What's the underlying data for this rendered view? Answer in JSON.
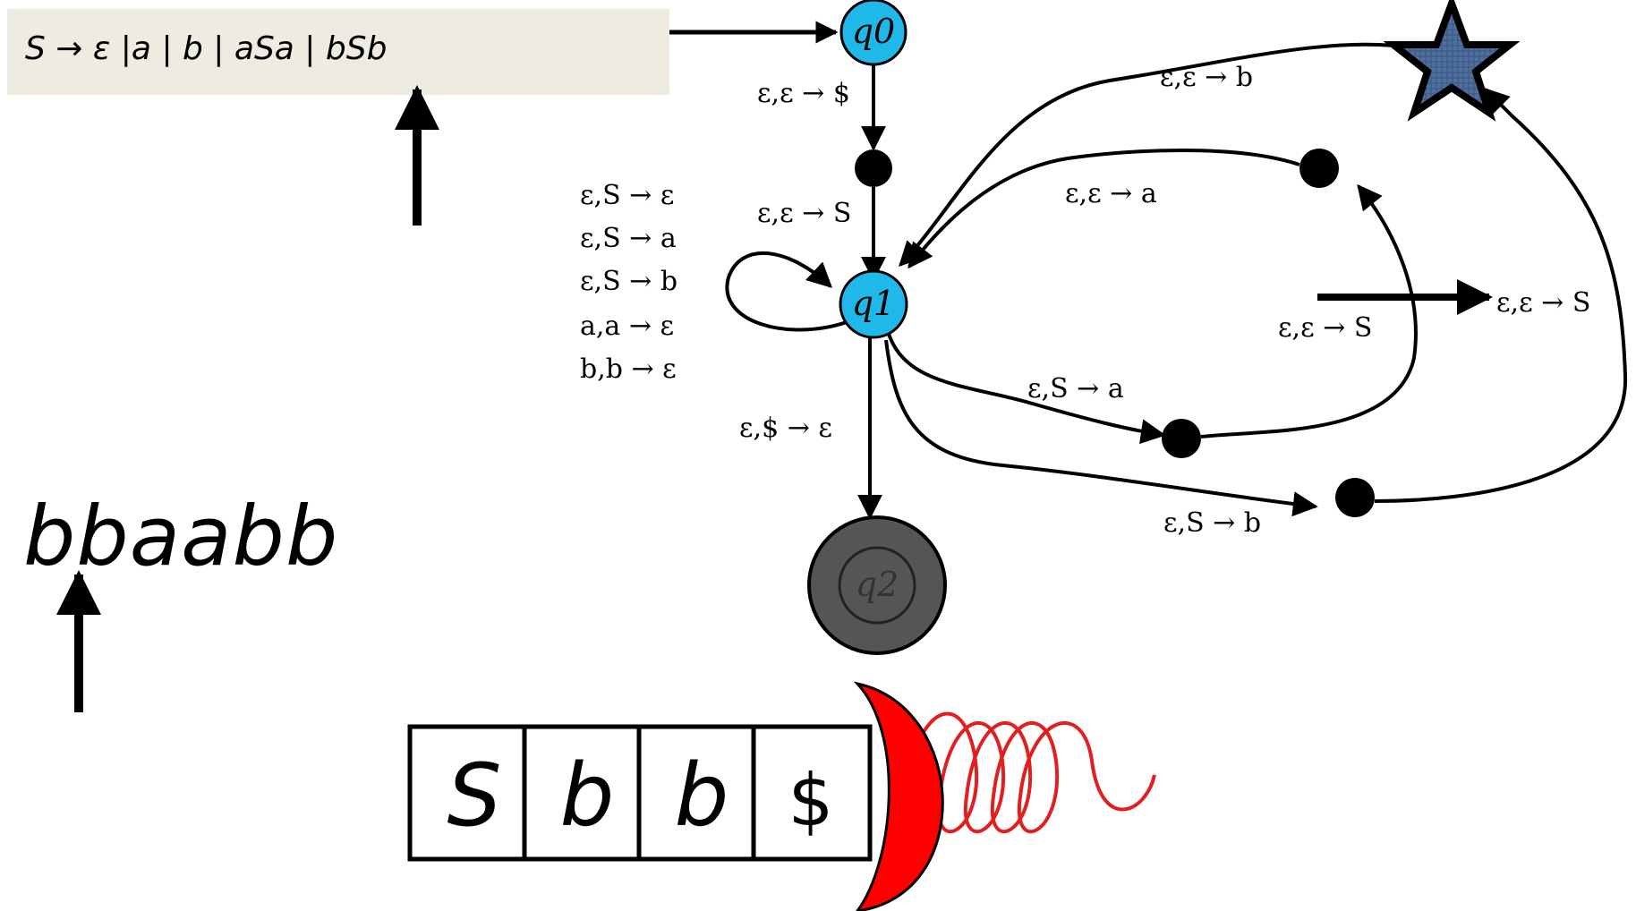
{
  "grammar": {
    "text": "S → ε |a | b | aSa | bSb"
  },
  "input": {
    "string": "bbaabb"
  },
  "states": {
    "q0": "q0",
    "q1": "q1",
    "q2": "q2"
  },
  "transitions": {
    "q0_to_mid": "ε,ε → $",
    "mid_to_q1": "ε,ε → S",
    "q1_to_q2": "ε,$ → ε",
    "self_loop": [
      "ε,S → ε",
      "ε,S → a",
      "ε,S → b",
      "a,a → ε",
      "b,b → ε"
    ],
    "upper_loop_top": "ε,ε → b",
    "middle_loop_top": "ε,ε → a",
    "middle_right": "ε,ε → S",
    "inner_right": "ε,ε → S",
    "lower_a": "ε,S → a",
    "lower_b": "ε,S → b"
  },
  "stack": {
    "cells": [
      "S",
      "b",
      "b",
      "$"
    ]
  },
  "colors": {
    "state_fill": "#1fb8e8",
    "final_state_fill": "#555555",
    "star_fill": "#4f6f9e",
    "cup_fill": "#ff0000",
    "spring_color": "#e02020",
    "grammar_bg": "#eeece1"
  }
}
